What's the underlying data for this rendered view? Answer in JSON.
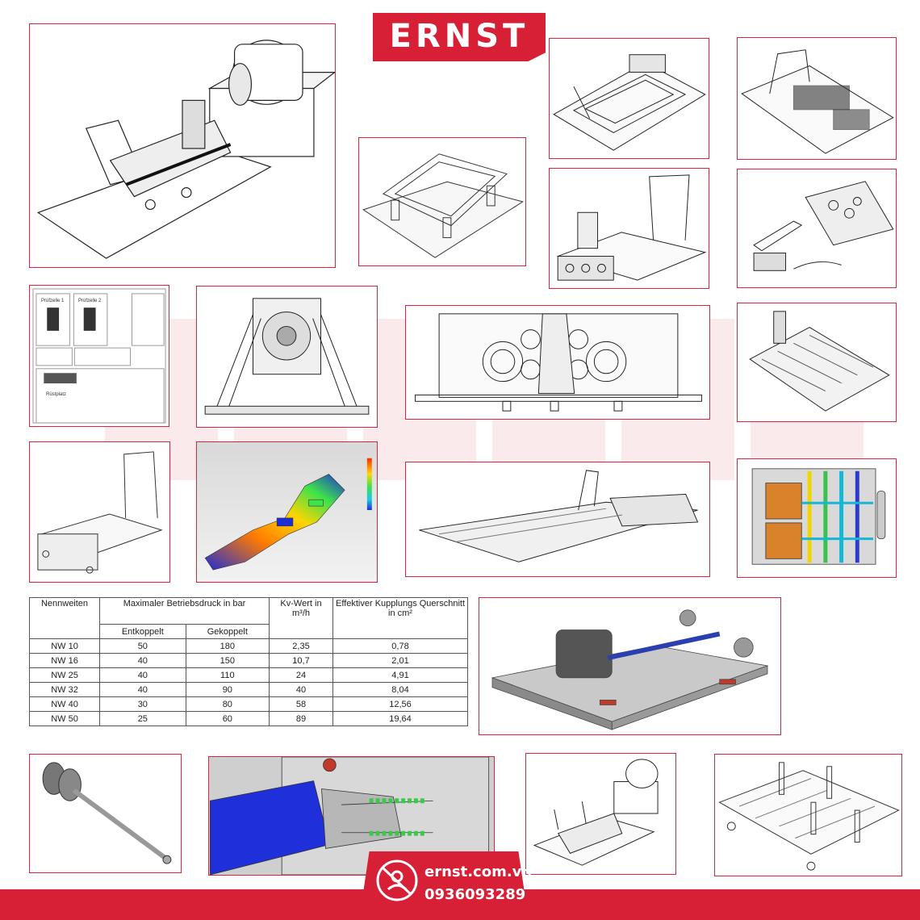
{
  "brand": {
    "logo_text": "ERNST",
    "accent_color": "#d71f35"
  },
  "layout_panel_labels": {
    "test_cell_1": "Prüfzelle 1",
    "test_cell_2": "Prüfzelle 2",
    "setup_area": "Rüstplatz"
  },
  "spec_table": {
    "col_nominal": "Nennweiten",
    "col_pressure": "Maximaler Betriebsdruck in bar",
    "col_kv": "Kv-Wert in m³/h",
    "col_cross_section": "Effektiver Kupplungs Querschnitt in cm²",
    "sub_decoupled": "Entkoppelt",
    "sub_coupled": "Gekoppelt",
    "rows": [
      [
        "NW 10",
        "50",
        "180",
        "2,35",
        "0,78"
      ],
      [
        "NW 16",
        "40",
        "150",
        "10,7",
        "2,01"
      ],
      [
        "NW 25",
        "40",
        "110",
        "24",
        "4,91"
      ],
      [
        "NW 32",
        "40",
        "90",
        "40",
        "8,04"
      ],
      [
        "NW 40",
        "30",
        "80",
        "58",
        "12,56"
      ],
      [
        "NW 50",
        "25",
        "60",
        "89",
        "19,64"
      ]
    ]
  },
  "contact": {
    "website": "ernst.com.vn",
    "phone": "0936093289"
  },
  "icons": {
    "contact_icon": "phone-person-icon"
  }
}
